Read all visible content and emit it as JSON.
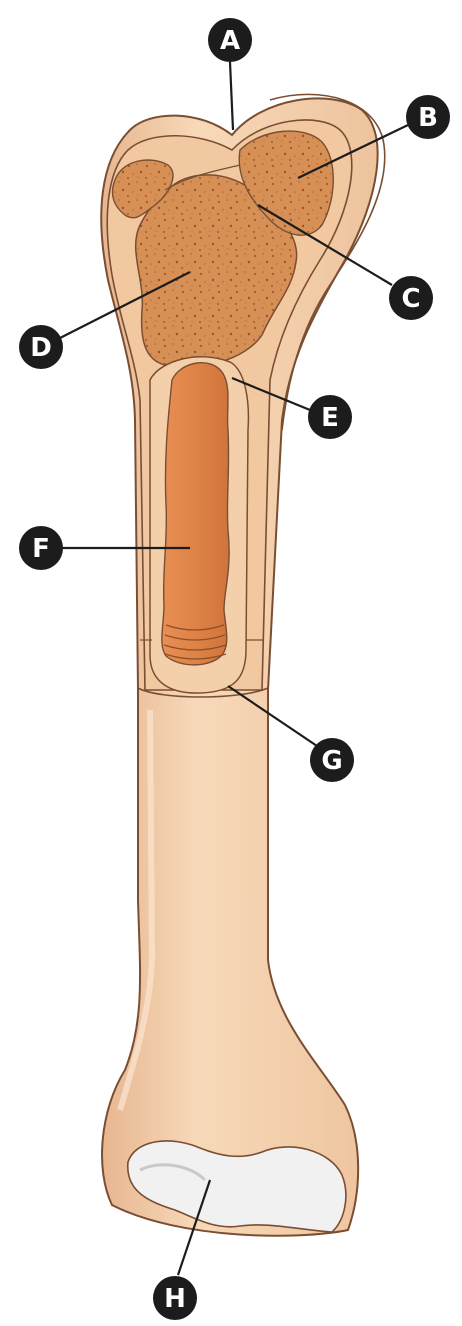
{
  "labels": [
    {
      "id": "A",
      "text": "A"
    },
    {
      "id": "B",
      "text": "B"
    },
    {
      "id": "C",
      "text": "C"
    },
    {
      "id": "D",
      "text": "D"
    },
    {
      "id": "E",
      "text": "E"
    },
    {
      "id": "F",
      "text": "F"
    },
    {
      "id": "G",
      "text": "G"
    },
    {
      "id": "H",
      "text": "H"
    }
  ],
  "colors": {
    "bone_outer": "#f4cfa7",
    "bone_shaft": "#f5d2ae",
    "bone_outline": "#7a4e32",
    "spongy_bone": "#d69056",
    "marrow_cavity": "#e0864d",
    "articular_cartilage": "#f1f1f1",
    "label_circle": "#1c1c1c",
    "label_text": "#ffffff"
  }
}
